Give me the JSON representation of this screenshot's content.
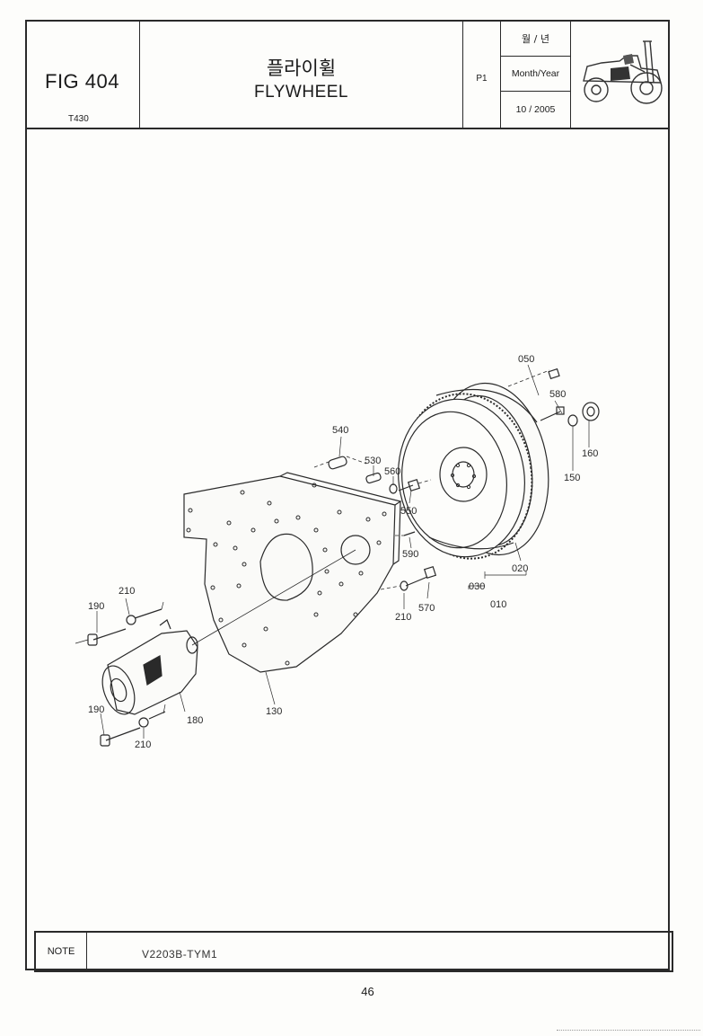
{
  "header": {
    "fig": "FIG 404",
    "model": "T430",
    "title_ko": "플라이휠",
    "title_en": "FLYWHEEL",
    "page_code": "P1",
    "date_label_ko": "월 / 년",
    "date_label_en": "Month/Year",
    "date_value": "10 / 2005"
  },
  "callouts": {
    "c050": "050",
    "c580": "580",
    "c160": "160",
    "c150": "150",
    "c540": "540",
    "c530": "530",
    "c560": "560",
    "c550": "550",
    "c590": "590",
    "c020": "020",
    "c030": "030",
    "c010": "010",
    "c570": "570",
    "c210a": "210",
    "c210b": "210",
    "c210c": "210",
    "c190a": "190",
    "c190b": "190",
    "c180": "180",
    "c130": "130"
  },
  "footer": {
    "note_label": "NOTE",
    "note_value": "V2203B-TYM1",
    "page_number": "46"
  }
}
